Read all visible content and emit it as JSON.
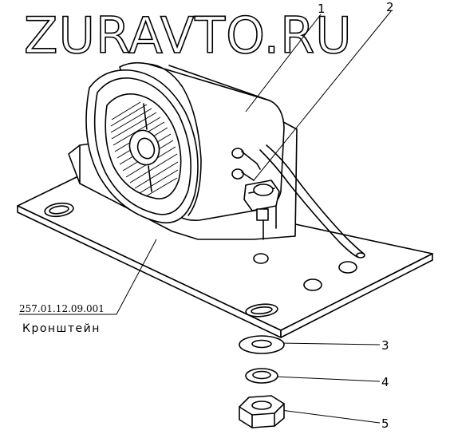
{
  "watermark": "ZURAVTO.RU",
  "callouts": [
    "1",
    "2",
    "3",
    "4",
    "5"
  ],
  "part": {
    "number": "257.01.12.09.001",
    "name": "Кронштейн"
  }
}
